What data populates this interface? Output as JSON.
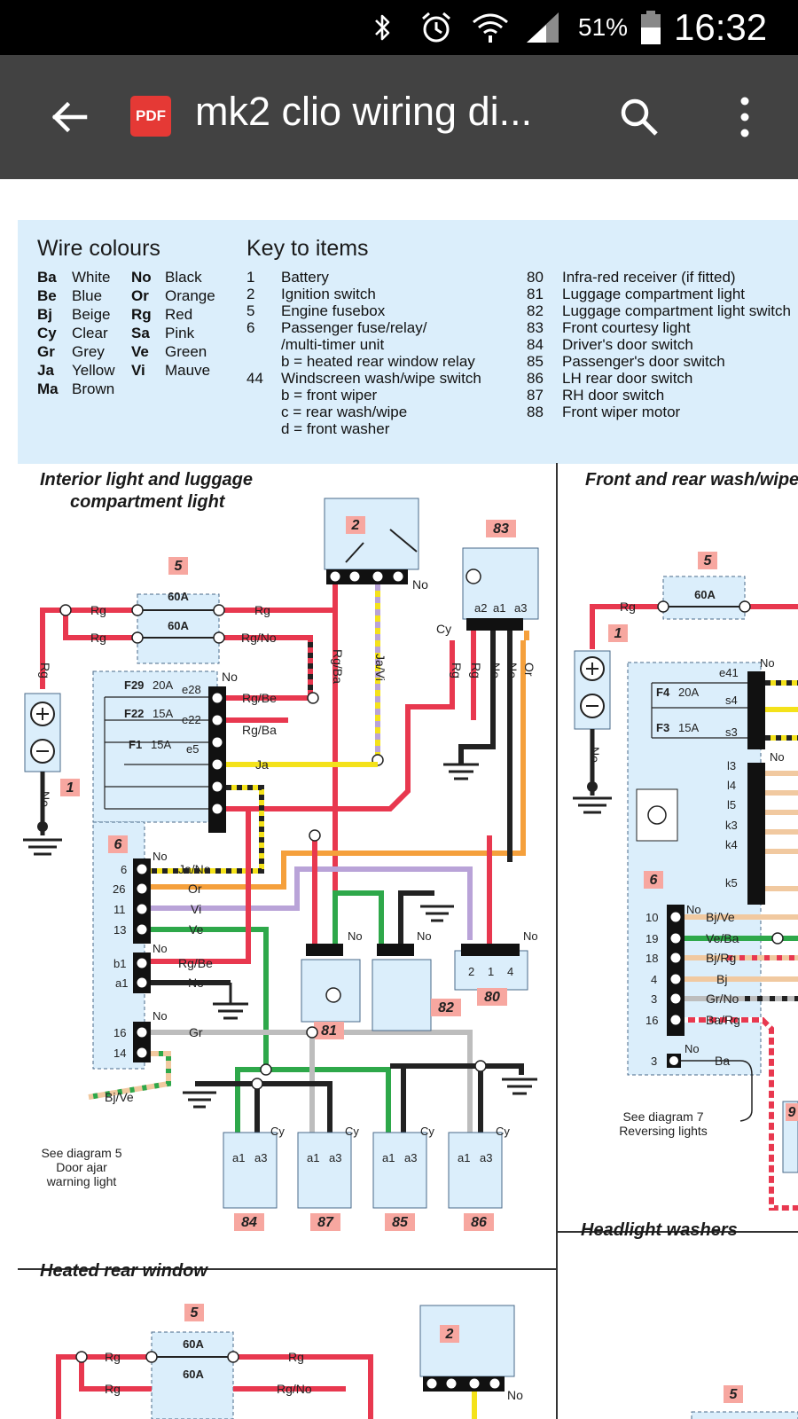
{
  "status_bar": {
    "battery_percent": "51%",
    "time": "16:32",
    "icons": [
      "bluetooth-icon",
      "alarm-icon",
      "wifi-icon",
      "signal-icon",
      "battery-icon"
    ]
  },
  "app_bar": {
    "title": "mk2 clio wiring di...",
    "file_badge": "PDF",
    "icons": [
      "back-arrow-icon",
      "search-icon",
      "more-vert-icon"
    ]
  },
  "key_panel": {
    "wire_colours_heading": "Wire colours",
    "wire_colours_left": [
      {
        "code": "Ba",
        "name": "White"
      },
      {
        "code": "Be",
        "name": "Blue"
      },
      {
        "code": "Bj",
        "name": "Beige"
      },
      {
        "code": "Cy",
        "name": "Clear"
      },
      {
        "code": "Gr",
        "name": "Grey"
      },
      {
        "code": "Ja",
        "name": "Yellow"
      },
      {
        "code": "Ma",
        "name": "Brown"
      }
    ],
    "wire_colours_right": [
      {
        "code": "No",
        "name": "Black"
      },
      {
        "code": "Or",
        "name": "Orange"
      },
      {
        "code": "Rg",
        "name": "Red"
      },
      {
        "code": "Sa",
        "name": "Pink"
      },
      {
        "code": "Ve",
        "name": "Green"
      },
      {
        "code": "Vi",
        "name": "Mauve"
      }
    ],
    "key_heading": "Key to items",
    "key_items_left": [
      {
        "num": "1",
        "text": "Battery"
      },
      {
        "num": "2",
        "text": "Ignition switch"
      },
      {
        "num": "5",
        "text": "Engine fusebox"
      },
      {
        "num": "6",
        "text": "Passenger fuse/relay/"
      },
      {
        "num": "",
        "text": "/multi-timer unit"
      },
      {
        "num": "",
        "text": "b = heated rear window relay"
      },
      {
        "num": "44",
        "text": "Windscreen wash/wipe switch"
      },
      {
        "num": "",
        "text": "b = front wiper"
      },
      {
        "num": "",
        "text": "c = rear wash/wipe"
      },
      {
        "num": "",
        "text": "d = front washer"
      }
    ],
    "key_items_right": [
      {
        "num": "80",
        "text": "Infra-red receiver (if fitted)"
      },
      {
        "num": "81",
        "text": "Luggage compartment light"
      },
      {
        "num": "82",
        "text": "Luggage compartment light switch"
      },
      {
        "num": "83",
        "text": "Front courtesy light"
      },
      {
        "num": "84",
        "text": "Driver's door switch"
      },
      {
        "num": "85",
        "text": "Passenger's door switch"
      },
      {
        "num": "86",
        "text": "LH rear door switch"
      },
      {
        "num": "87",
        "text": "RH door switch"
      },
      {
        "num": "88",
        "text": "Front wiper motor"
      }
    ]
  },
  "sections": {
    "interior_title_1": "Interior light and luggage",
    "interior_title_2": "compartment light",
    "wash_title": "Front and rear wash/wipe",
    "headlight_title": "Headlight washers",
    "heated_title": "Heated rear window"
  },
  "diagram": {
    "item_labels": [
      "1",
      "2",
      "5",
      "6",
      "80",
      "81",
      "82",
      "83",
      "84",
      "85",
      "86",
      "87",
      "9"
    ],
    "fuse_rating": "60A",
    "fuses": [
      {
        "name": "F29",
        "rating": "20A",
        "pin": "e28"
      },
      {
        "name": "F22",
        "rating": "15A",
        "pin": "e22"
      },
      {
        "name": "F1",
        "rating": "15A",
        "pin": "e5"
      }
    ],
    "wire_labels": [
      "Rg",
      "Rg/No",
      "Rg/Be",
      "Rg/Ba",
      "Ja",
      "Ja/Vi",
      "Ja/No",
      "Or",
      "Vi",
      "Ve",
      "No",
      "Gr",
      "Bj/Ve",
      "Cy",
      "Ve/Ba",
      "Bj/Rg",
      "Bj",
      "Gr/No",
      "Ba/Rg",
      "Ba"
    ],
    "note_door_1": "See diagram 5",
    "note_door_2": "Door ajar",
    "note_door_3": "warning light",
    "note_rev_1": "See diagram 7",
    "note_rev_2": "Reversing lights",
    "wash_fuses": [
      {
        "name": "F4",
        "rating": "20A",
        "pin": "s4"
      },
      {
        "name": "F3",
        "rating": "15A",
        "pin": "s3"
      }
    ]
  },
  "colors": {
    "red_wire": "#e8384f",
    "yellow_wire": "#f4e21a",
    "orange_wire": "#f5a03c",
    "green_wire": "#2ea84a",
    "mauve_wire": "#b9a3d8",
    "grey_wire": "#bdbdbd",
    "beige_wire": "#f1c9a0",
    "panel_blue": "#dbeefb",
    "item_badge": "#f7a7a0"
  }
}
